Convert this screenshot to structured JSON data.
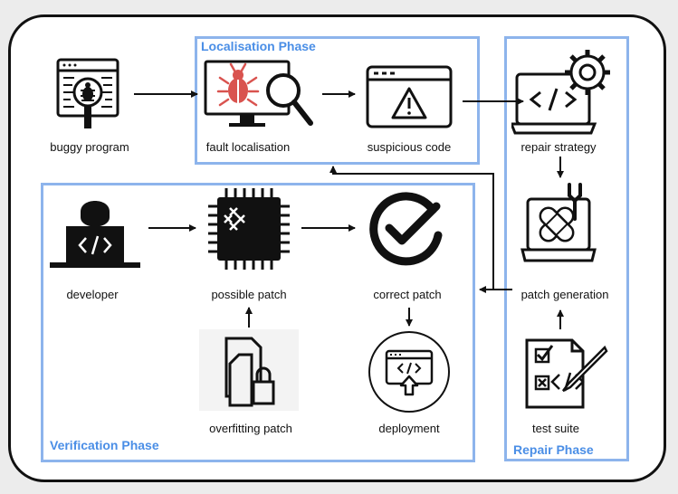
{
  "phases": {
    "localisation": "Localisation Phase",
    "repair": "Repair Phase",
    "verification": "Verification Phase"
  },
  "nodes": {
    "buggy_program": "buggy program",
    "fault_localisation": "fault localisation",
    "suspicious_code": "suspicious code",
    "repair_strategy": "repair strategy",
    "patch_generation": "patch generation",
    "test_suite": "test suite",
    "developer": "developer",
    "possible_patch": "possible patch",
    "correct_patch": "correct patch",
    "overfitting_patch": "overfitting patch",
    "deployment": "deployment"
  },
  "colors": {
    "phase_border": "#8db4ec",
    "phase_title": "#4a8ee6",
    "bug": "#d9534f"
  }
}
